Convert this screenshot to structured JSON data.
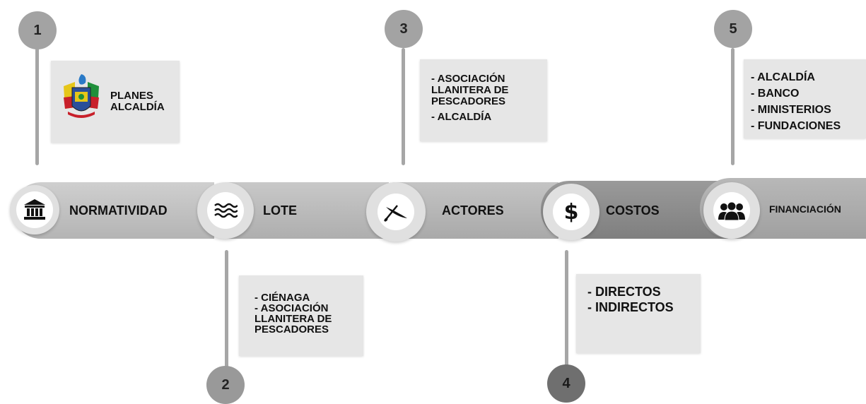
{
  "timeline": {
    "stages": [
      {
        "number": "1",
        "label": "NORMATIVIDAD",
        "icon": "bank-icon"
      },
      {
        "number": "2",
        "label": "LOTE",
        "icon": "water-waves-icon"
      },
      {
        "number": "3",
        "label": "ACTORES",
        "icon": "canoe-icon"
      },
      {
        "number": "4",
        "label": "COSTOS",
        "icon": "dollar-icon"
      },
      {
        "number": "5",
        "label": "FINANCIACIÓN",
        "icon": "people-group-icon"
      }
    ]
  },
  "cards": {
    "stage1": {
      "lines": [
        "PLANES",
        "ALCALDÍA"
      ],
      "logo": "alcaldia-coat-of-arms"
    },
    "stage2": {
      "lines": [
        "- CIÉNAGA",
        "- ASOCIACIÓN",
        "LLANITERA DE",
        "PESCADORES"
      ]
    },
    "stage3": {
      "lines": [
        "- ASOCIACIÓN",
        "LLANITERA DE",
        "PESCADORES",
        "- ALCALDÍA"
      ]
    },
    "stage4": {
      "lines": [
        "- DIRECTOS",
        "- INDIRECTOS"
      ]
    },
    "stage5": {
      "lines": [
        "- ALCALDÍA",
        "- BANCO",
        "- MINISTERIOS",
        "- FUNDACIONES"
      ]
    }
  },
  "colors": {
    "band_light": "#bdbdbd",
    "band_mid": "#a8a8a8",
    "band_dark": "#8a8a8a",
    "card_bg": "#e6e6e6",
    "badge_1": "#a3a3a3",
    "badge_2": "#999999",
    "badge_3": "#a3a3a3",
    "badge_4": "#6f6f6f",
    "badge_5": "#a3a3a3"
  }
}
